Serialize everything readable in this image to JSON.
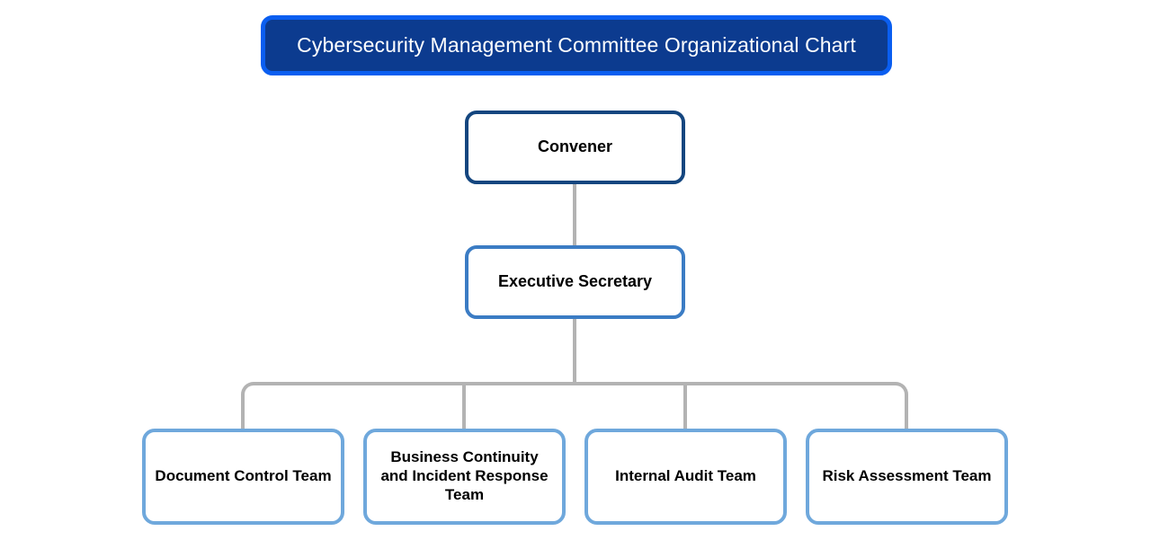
{
  "chart": {
    "type": "organizational-chart",
    "title": "Cybersecurity Management Committee Organizational Chart",
    "colors": {
      "title_fill": "#0c3b8f",
      "title_border": "#0a5ef0",
      "title_text": "#ffffff",
      "level1_border": "#14467f",
      "level2_border": "#3b7cc4",
      "level3_border": "#6fa8dc",
      "connector": "#b3b3b3",
      "node_fill": "#ffffff",
      "node_text": "#000000",
      "background": "#ffffff"
    },
    "nodes": {
      "convener": {
        "label": "Convener",
        "level": 1
      },
      "executive_secretary": {
        "label": "Executive Secretary",
        "level": 2
      },
      "teams": [
        {
          "label": "Document Control Team",
          "level": 3
        },
        {
          "label": "Business Continuity and Incident Response Team",
          "level": 3
        },
        {
          "label": "Internal Audit Team",
          "level": 3
        },
        {
          "label": "Risk Assessment Team",
          "level": 3
        }
      ]
    },
    "relationships": [
      {
        "from": "Convener",
        "to": "Executive Secretary"
      },
      {
        "from": "Executive Secretary",
        "to": "Document Control Team"
      },
      {
        "from": "Executive Secretary",
        "to": "Business Continuity and Incident Response Team"
      },
      {
        "from": "Executive Secretary",
        "to": "Internal Audit Team"
      },
      {
        "from": "Executive Secretary",
        "to": "Risk Assessment Team"
      }
    ]
  }
}
